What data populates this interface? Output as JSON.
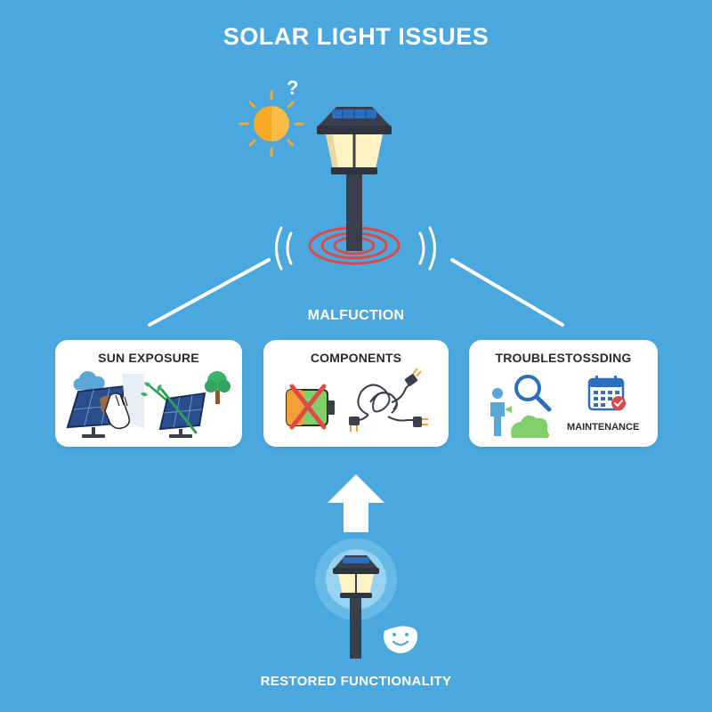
{
  "title": "SOLAR LIGHT ISSUES",
  "question_mark": "?",
  "malfunction_label": "MALFUCTION",
  "restored_label": "RESTORED FUNCTIONALITY",
  "cards": [
    {
      "title": "SUN EXPOSURE",
      "icons": [
        "cloud-icon",
        "solar-panel-icon",
        "hand-cleaning-icon",
        "shade-icon",
        "branch-icon",
        "tree-icon"
      ]
    },
    {
      "title": "COMPONENTS",
      "icons": [
        "dead-battery-icon",
        "tangled-wire-icon",
        "plug-icon"
      ]
    },
    {
      "title": "TROUBLESTOSSDING",
      "subtitle": "MAINTENANCE",
      "icons": [
        "person-icon",
        "magnifier-icon",
        "bush-icon",
        "calendar-icon"
      ]
    }
  ],
  "colors": {
    "background": "#4aa8de",
    "card": "#ffffff",
    "lamp_body": "#3a3f4b",
    "lamp_glow": "#fff3c4",
    "vibration": "#e04848",
    "sun": "#f7a928"
  }
}
